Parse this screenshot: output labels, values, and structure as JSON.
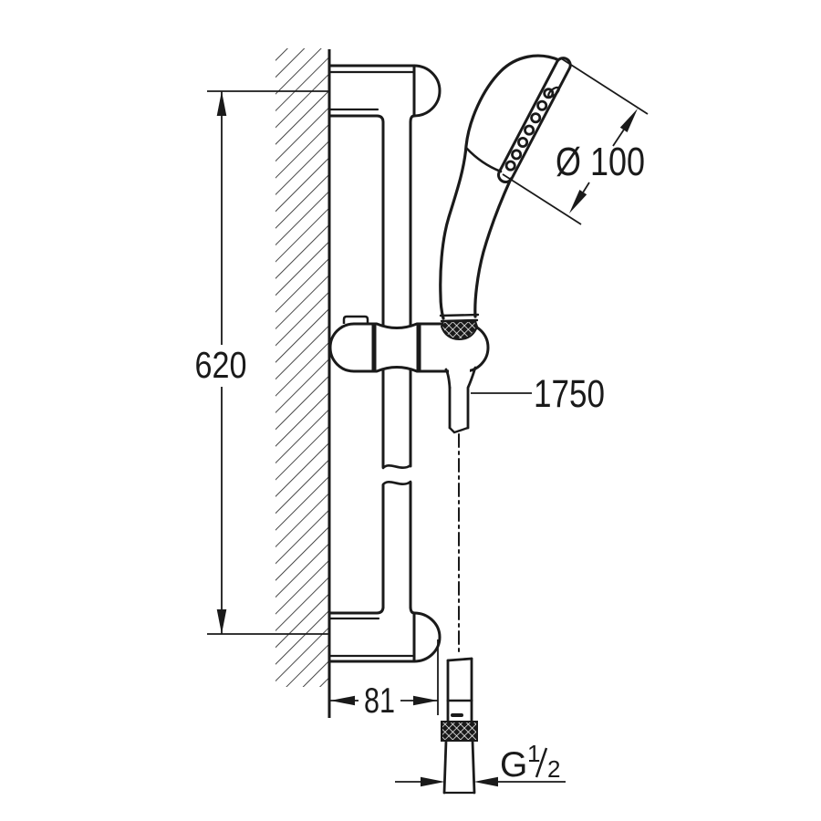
{
  "drawing": {
    "type": "technical dimension drawing",
    "subject": "shower rail set with hand shower, side view",
    "colors": {
      "line": "#1a1a1a",
      "background": "#ffffff"
    },
    "labels": {
      "rail_length": "620",
      "hose_length": "1750",
      "head_diameter": "Ø 100",
      "bracket_offset": "81",
      "thread_letter": "G",
      "thread_numerator": "1",
      "thread_denominator": "2"
    }
  }
}
